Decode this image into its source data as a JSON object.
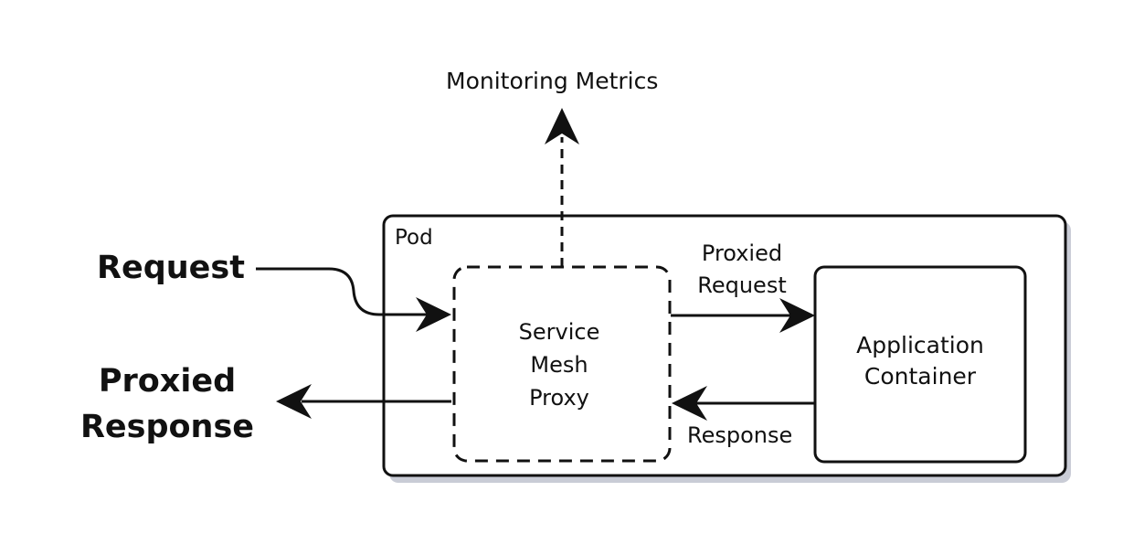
{
  "diagram": {
    "top_label": "Monitoring Metrics",
    "pod_label": "Pod",
    "request_label": "Request",
    "proxied_response_line1": "Proxied",
    "proxied_response_line2": "Response",
    "proxy_line1": "Service",
    "proxy_line2": "Mesh",
    "proxy_line3": "Proxy",
    "proxied_request_line1": "Proxied",
    "proxied_request_line2": "Request",
    "app_line1": "Application",
    "app_line2": "Container",
    "response_label": "Response"
  },
  "colors": {
    "stroke": "#111111",
    "shadow": "#c9ccd6",
    "background": "#ffffff"
  }
}
